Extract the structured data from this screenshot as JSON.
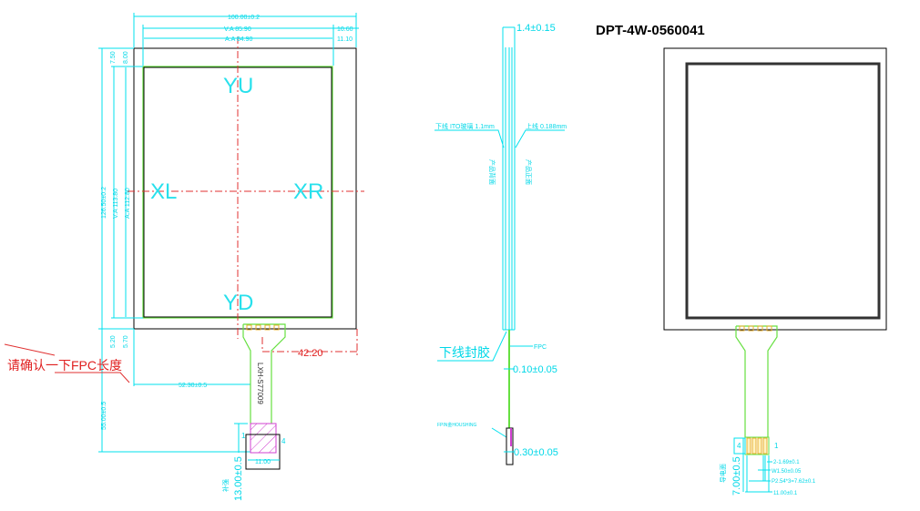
{
  "title": "DPT-4W-0560041",
  "front_view": {
    "width_total": "100.00±0.2",
    "va_width": "V.A 85.90",
    "aa_width": "A.A 84.90",
    "right_va": "10.60",
    "right_aa": "11.10",
    "top_va": "7.50",
    "top_aa": "8.00",
    "height_total": "126.50±0.2",
    "va_height": "V.A 113.80",
    "aa_height": "A.A 112.80",
    "bottom_va": "5.20",
    "bottom_aa": "5.70",
    "fpc_length": "55.00±0.5",
    "fpc_offset_left": "52.30±0.5",
    "fpc_offset_right": "42.20",
    "connector_width": "11.00",
    "stiffener_length": "13.00±0.5",
    "stiffener_label": "补强",
    "pin_first": "1",
    "pin_last": "4",
    "fpc_part_no": "LXH-S77009",
    "electrodes": {
      "top": "YU",
      "left": "XL",
      "right": "XR",
      "bottom": "YD"
    },
    "note": "请确认一下FPC长度"
  },
  "side_view": {
    "thickness": "1.4±0.15",
    "bottom_layer": "下线 ITO玻璃 1.1mm",
    "top_layer": "上线 0.188mm",
    "back_label": "产品背面",
    "front_label": "产品正面",
    "seal_label": "下线封胶",
    "fpc_label": "FPC",
    "fpc_thickness": "0.10±0.05",
    "housing_label": "FPIN金HOUSHING",
    "finger_thickness": "0.30±0.05"
  },
  "back_view": {
    "pin_last": "4",
    "pin_first": "1",
    "finger_spec": "2-1.69±0.1",
    "finger_width": "W1.50±0.05",
    "pitch": "P2.54*3=7.62±0.1",
    "tail_width": "11.00±0.1",
    "finger_length": "7.00±0.5",
    "conductive_label": "导电面"
  },
  "colors": {
    "dimension": "#00e0ee",
    "fpc": "#66e040",
    "centerline": "#e03030",
    "stiffener": "#d040d0",
    "gold": "#e8b030"
  }
}
